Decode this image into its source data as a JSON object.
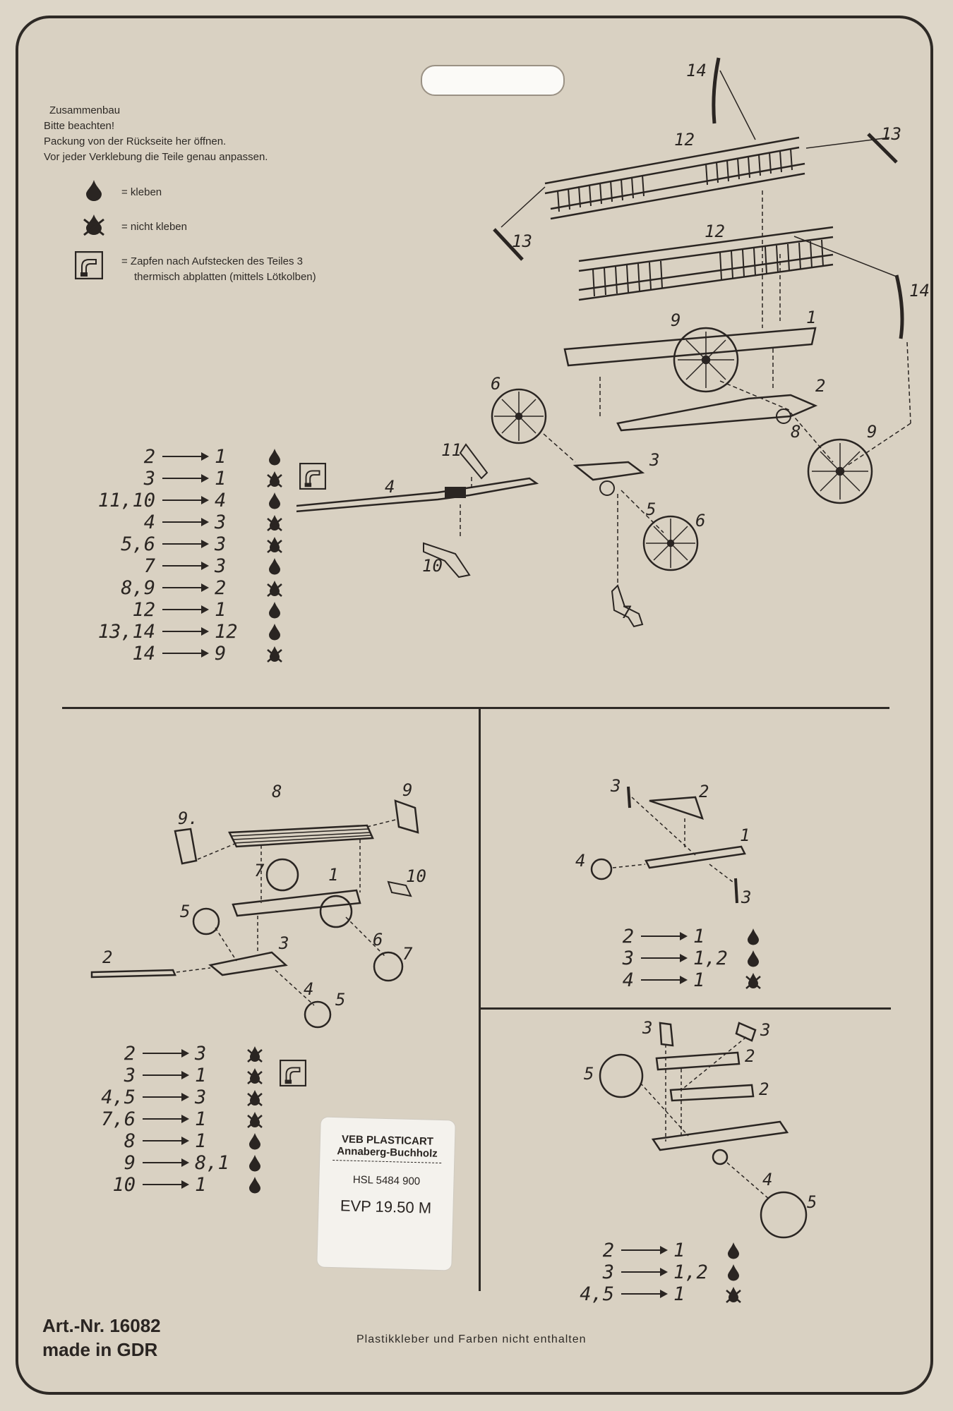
{
  "instructions": {
    "title": "Zusammenbau",
    "line1": "Bitte beachten!",
    "line2": "Packung von der Rückseite her öffnen.",
    "line3": "Vor jeder Verklebung die Teile genau anpassen."
  },
  "legend": {
    "glue": "= kleben",
    "no_glue": "= nicht kleben",
    "pin_line1": "= Zapfen nach Aufstecken des Teiles 3",
    "pin_line2": "thermisch abplatten (mittels Lötkolben)"
  },
  "steps_main": [
    {
      "from": "2",
      "to": "1",
      "glue": "glue"
    },
    {
      "from": "3",
      "to": "1",
      "glue": "no_glue",
      "pin": true
    },
    {
      "from": "11,10",
      "to": "4",
      "glue": "glue"
    },
    {
      "from": "4",
      "to": "3",
      "glue": "no_glue"
    },
    {
      "from": "5,6",
      "to": "3",
      "glue": "no_glue"
    },
    {
      "from": "7",
      "to": "3",
      "glue": "glue"
    },
    {
      "from": "8,9",
      "to": "2",
      "glue": "no_glue"
    },
    {
      "from": "12",
      "to": "1",
      "glue": "glue"
    },
    {
      "from": "13,14",
      "to": "12",
      "glue": "glue"
    },
    {
      "from": "14",
      "to": "9",
      "glue": "no_glue"
    }
  ],
  "steps_bottom_left": [
    {
      "from": "2",
      "to": "3",
      "glue": "no_glue"
    },
    {
      "from": "3",
      "to": "1",
      "glue": "no_glue",
      "pin": true
    },
    {
      "from": "4,5",
      "to": "3",
      "glue": "no_glue"
    },
    {
      "from": "7,6",
      "to": "1",
      "glue": "no_glue"
    },
    {
      "from": "8",
      "to": "1",
      "glue": "glue"
    },
    {
      "from": "9",
      "to": "8,1",
      "glue": "glue"
    },
    {
      "from": "10",
      "to": "1",
      "glue": "glue"
    }
  ],
  "steps_mid_right": [
    {
      "from": "2",
      "to": "1",
      "glue": "glue"
    },
    {
      "from": "3",
      "to": "1,2",
      "glue": "glue"
    },
    {
      "from": "4",
      "to": "1",
      "glue": "no_glue"
    }
  ],
  "steps_bottom_right": [
    {
      "from": "2",
      "to": "1",
      "glue": "glue"
    },
    {
      "from": "3",
      "to": "1,2",
      "glue": "glue"
    },
    {
      "from": "4,5",
      "to": "1",
      "glue": "no_glue"
    }
  ],
  "sticker": {
    "line1": "VEB PLASTICART",
    "line2": "Annaberg-Buchholz",
    "line3": "HSL  5484 900",
    "line4": "EVP  19.50 M"
  },
  "footer": {
    "art_nr": "Art.-Nr. 16082",
    "made_in": "made in GDR",
    "note": "Plastikkleber und Farben nicht enthalten"
  },
  "colors": {
    "paper": "#d9d1c2",
    "ink": "#2a2522"
  }
}
